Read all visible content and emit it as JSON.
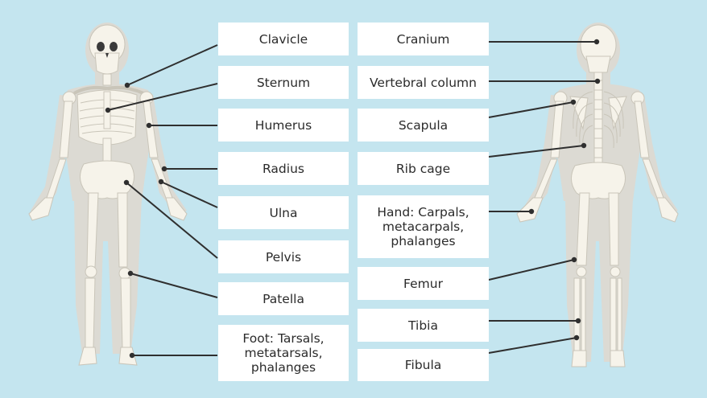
{
  "labels": {
    "clavicle": "Clavicle",
    "sternum": "Sternum",
    "humerus": "Humerus",
    "radius": "Radius",
    "ulna": "Ulna",
    "pelvis": "Pelvis",
    "patella": "Patella",
    "foot": "Foot: Tarsals,\nmetatarsals,\nphalanges",
    "cranium": "Cranium",
    "vertebral_column": "Vertebral column",
    "scapula": "Scapula",
    "rib_cage": "Rib cage",
    "hand": "Hand: Carpals,\nmetacarpals,\nphalanges",
    "femur": "Femur",
    "tibia": "Tibia",
    "fibula": "Fibula"
  },
  "colors": {
    "background": "#c4e5ef",
    "silhouette": "#dcdad3",
    "bone": "#f6f3ea",
    "bone_outline": "#c9c5b9",
    "leader_line": "#2f2f2f",
    "label_bg": "#ffffff"
  }
}
